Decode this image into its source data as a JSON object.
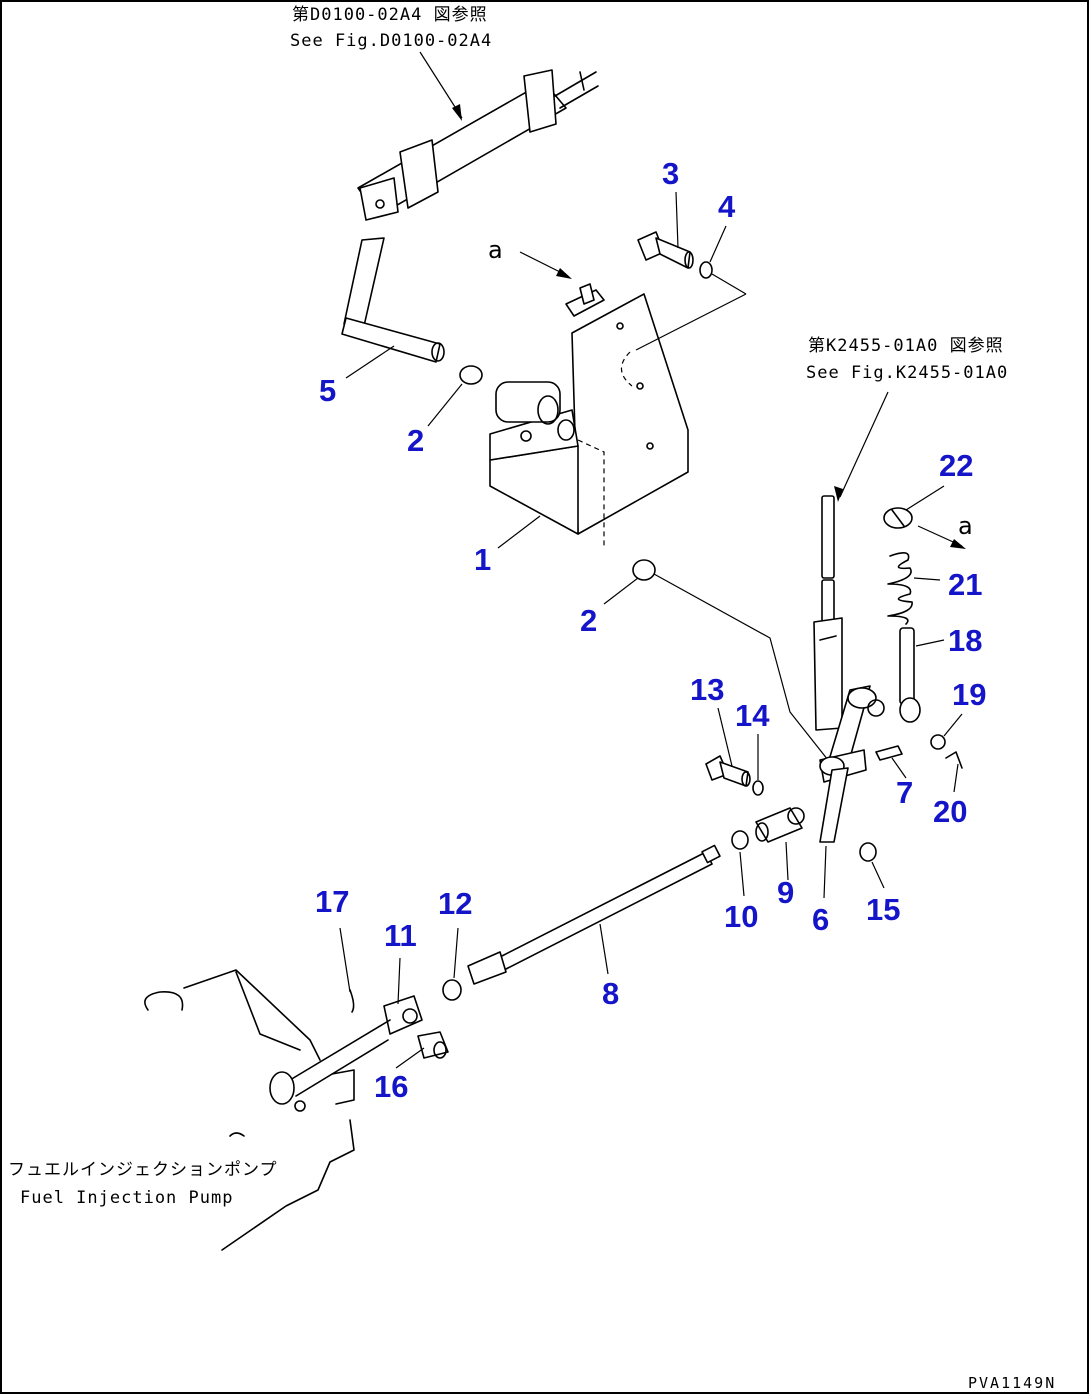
{
  "references": {
    "top_jp": "第D0100-02A4 図参照",
    "top_en": "See Fig.D0100-02A4",
    "right_jp": "第K2455-01A0 図参照",
    "right_en": "See Fig.K2455-01A0",
    "pump_jp": "フュエルインジェクションポンプ",
    "pump_en": "Fuel Injection Pump"
  },
  "view_marker": "a",
  "drawing_code": "PVA1149N",
  "callouts": [
    "1",
    "2",
    "2",
    "3",
    "4",
    "5",
    "6",
    "7",
    "8",
    "9",
    "10",
    "11",
    "12",
    "13",
    "14",
    "15",
    "16",
    "17",
    "18",
    "19",
    "20",
    "21",
    "22"
  ],
  "colors": {
    "callout": "#1414c8",
    "line": "#000000",
    "border": "#000000"
  }
}
